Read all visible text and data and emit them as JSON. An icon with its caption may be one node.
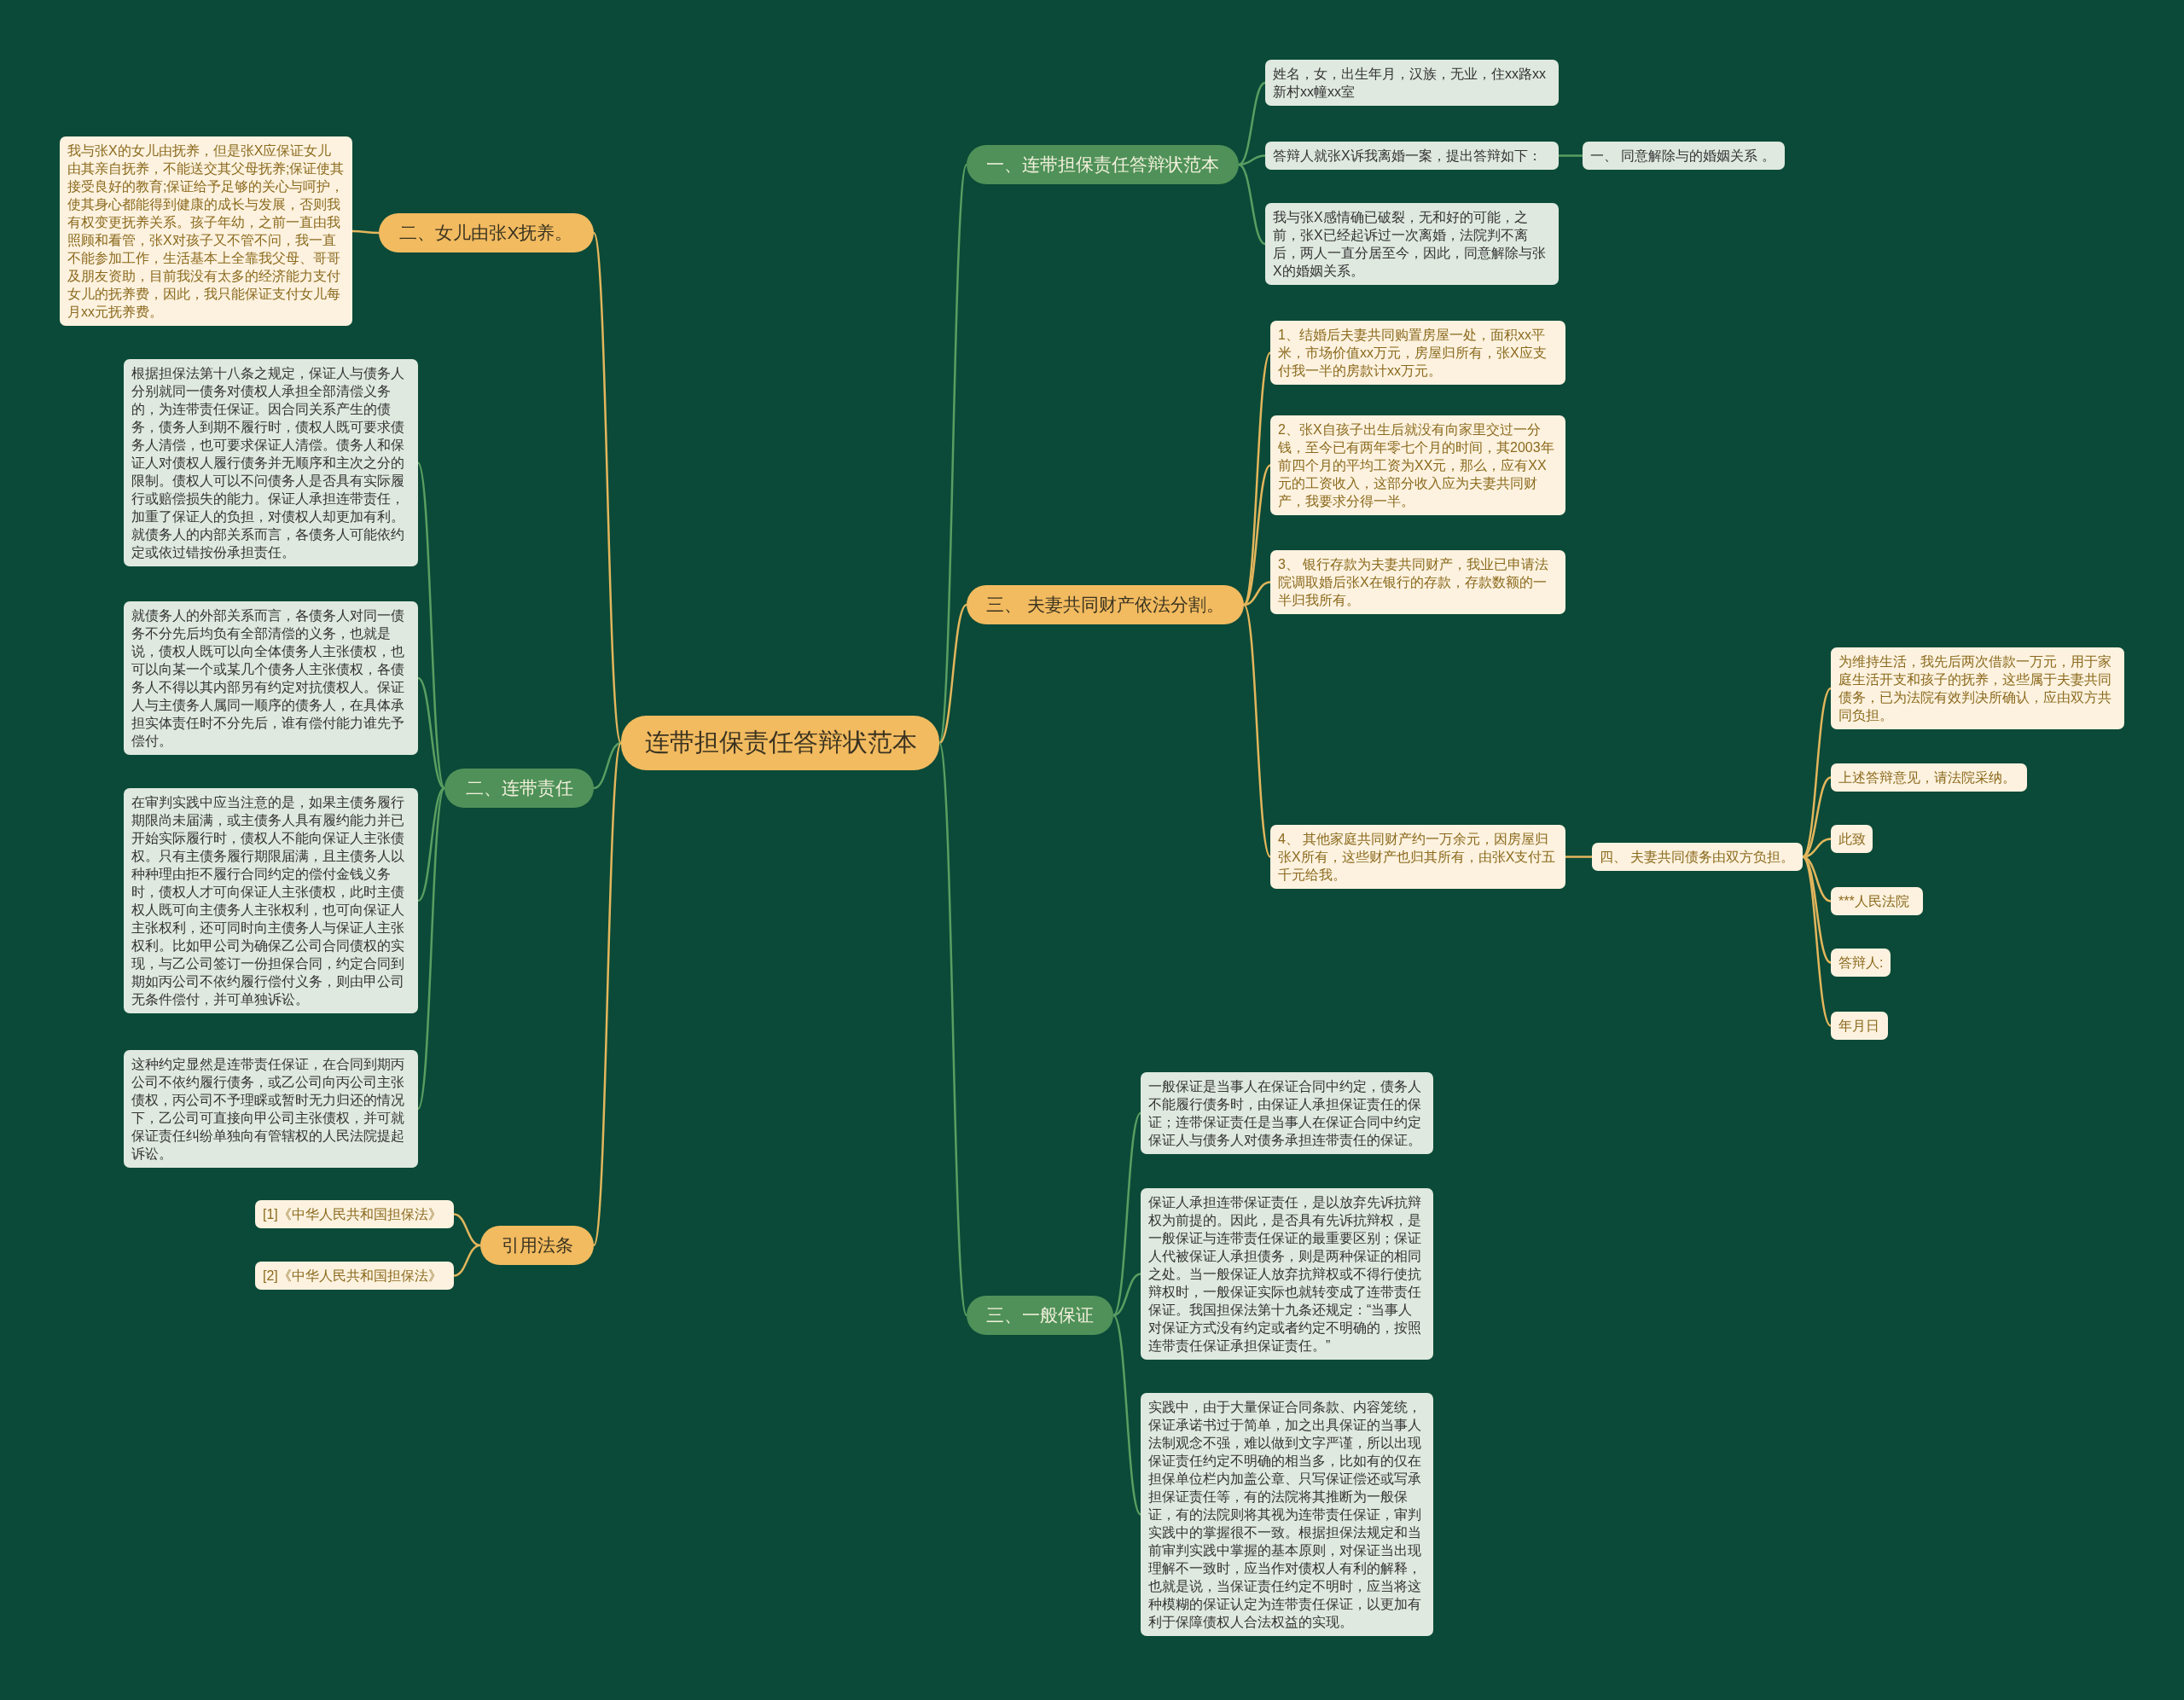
{
  "diagram": {
    "nodes": [
      {
        "text": [
          "连带担保责任答辩状范本"
        ]
      },
      {
        "text": [
          "一、连带担保责任答辩状范本"
        ]
      },
      {
        "text": [
          "姓名，女，出生年月，汉族，无业，住xx路xx新村xx幢xx室"
        ]
      },
      {
        "text": [
          "答辩人就张X诉我离婚一案，提出答辩如下："
        ]
      },
      {
        "text": [
          "一、 同意解除与的婚姻关系 。"
        ]
      },
      {
        "text": [
          "我与张X感情确已破裂，无和好的可能，之前，张X已经起诉过一次离婚，法院判不离后，两人一直分居至今，因此，同意解除与张X的婚姻关系。"
        ]
      },
      {
        "text": [
          "三、 夫妻共同财产依法分割。"
        ]
      },
      {
        "text": [
          "1、结婚后夫妻共同购置房屋一处，面积xx平米，市场价值xx万元，房屋归所有，张X应支付我一半的房款计xx万元。"
        ]
      },
      {
        "text": [
          "2、张X自孩子出生后就没有向家里交过一分钱，至今已有两年零七个月的时间，其2003年前四个月的平均工资为XX元，那么，应有XX元的工资收入，这部分收入应为夫妻共同财产，我要求分得一半。"
        ]
      },
      {
        "text": [
          "3、 银行存款为夫妻共同财产，我业已申请法院调取婚后张X在银行的存款，存款数额的一半归我所有。"
        ]
      },
      {
        "text": [
          "4、 其他家庭共同财产约一万余元，因房屋归张X所有，这些财产也归其所有，由张X支付五千元给我。"
        ]
      },
      {
        "text": [
          "四、 夫妻共同债务由双方负担。"
        ]
      },
      {
        "text": [
          "为维持生活，我先后两次借款一万元，用于家庭生活开支和孩子的抚养，这些属于夫妻共同债务，已为法院有效判决所确认，应由双方共同负担。"
        ]
      },
      {
        "text": [
          "上述答辩意见，请法院采纳。"
        ]
      },
      {
        "text": [
          "此致"
        ]
      },
      {
        "text": [
          "***人民法院"
        ]
      },
      {
        "text": [
          "答辩人:"
        ]
      },
      {
        "text": [
          "年月日"
        ]
      },
      {
        "text": [
          "三、一般保证"
        ]
      },
      {
        "text": [
          "一般保证是当事人在保证合同中约定，债务人不能履行债务时，由保证人承担保证责任的保证；连带保证责任是当事人在保证合同中约定保证人与债务人对债务承担连带责任的保证。"
        ]
      },
      {
        "text": [
          "保证人承担连带保证责任，是以放弃先诉抗辩权为前提的。因此，是否具有先诉抗辩权，是一般保证与连带责任保证的最重要区别；保证人代被保证人承担债务，则是两种保证的相同之处。当一般保证人放弃抗辩权或不得行使抗辩权时，一般保证实际也就转变成了连带责任保证。我国担保法第十九条还规定：“当事人对保证方式没有约定或者约定不明确的，按照连带责任保证承担保证责任。”"
        ]
      },
      {
        "text": [
          "实践中，由于大量保证合同条款、内容笼统，保证承诺书过于简单，加之出具保证的当事人法制观念不强，难以做到文字严谨，所以出现保证责任约定不明确的相当多，比如有的仅在担保单位栏内加盖公章、只写保证偿还或写承担保证责任等，有的法院将其推断为一般保证，有的法院则将其视为连带责任保证，审判实践中的掌握很不一致。根据担保法规定和当前审判实践中掌握的基本原则，对保证当出现理解不一致时，应当作对债权人有利的解释，也就是说，当保证责任约定不明时，应当将这种模糊的保证认定为连带责任保证，以更加有利于保障债权人合法权益的实现。"
        ]
      },
      {
        "text": [
          "二、女儿由张X抚养。"
        ]
      },
      {
        "text": [
          "我与张X的女儿由抚养，但是张X应保证女儿由其亲自抚养，不能送交其父母抚养;保证使其接受良好的教育;保证给予足够的关心与呵护，使其身心都能得到健康的成长与发展，否则我有权变更抚养关系。孩子年幼，之前一直由我照顾和看管，张X对孩子又不管不问，我一直不能参加工作，生活基本上全靠我父母、哥哥及朋友资助，目前我没有太多的经济能力支付女儿的抚养费，因此，我只能保证支付女儿每月xx元抚养费。"
        ]
      },
      {
        "text": [
          "二、连带责任"
        ]
      },
      {
        "text": [
          "根据担保法第十八条之规定，保证人与债务人分别就同一债务对债权人承担全部清偿义务的，为连带责任保证。因合同关系产生的债务，债务人到期不履行时，债权人既可要求债务人清偿，也可要求保证人清偿。债务人和保证人对债权人履行债务并无顺序和主次之分的限制。债权人可以不问债务人是否具有实际履行或赔偿损失的能力。保证人承担连带责任，加重了保证人的负担，对债权人却更加有利。就债务人的内部关系而言，各债务人可能依约定或依过错按份承担责任。"
        ]
      },
      {
        "text": [
          "就债务人的外部关系而言，各债务人对同一债务不分先后均负有全部清偿的义务，也就是说，债权人既可以向全体债务人主张债权，也可以向某一个或某几个债务人主张债权，各债务人不得以其内部另有约定对抗债权人。保证人与主债务人属同一顺序的债务人，在具体承担实体责任时不分先后，谁有偿付能力谁先予偿付。"
        ]
      },
      {
        "text": [
          "在审判实践中应当注意的是，如果主债务履行期限尚未届满，或主债务人具有履约能力并已开始实际履行时，债权人不能向保证人主张债权。只有主债务履行期限届满，且主债务人以种种理由拒不履行合同约定的偿付金钱义务时，债权人才可向保证人主张债权，此时主债权人既可向主债务人主张权利，也可向保证人主张权利，还可同时向主债务人与保证人主张权利。比如甲公司为确保乙公司合同债权的实现，与乙公司签订一份担保合同，约定合同到期如丙公司不依约履行偿付义务，则由甲公司无条件偿付，并可单独诉讼。"
        ]
      },
      {
        "text": [
          "这种约定显然是连带责任保证，在合同到期丙公司不依约履行债务，或乙公司向丙公司主张债权，丙公司不予理睬或暂时无力归还的情况下，乙公司可直接向甲公司主张债权，并可就保证责任纠纷单独向有管辖权的人民法院提起诉讼。"
        ]
      },
      {
        "text": [
          "引用法条"
        ]
      },
      {
        "text": [
          "[1]《中华人民共和国担保法》"
        ]
      },
      {
        "text": [
          "[2]《中华人民共和国担保法》"
        ]
      }
    ],
    "edges": [
      {
        "from": 0,
        "to": 1,
        "arrow": "none",
        "color": "#5a9e62"
      },
      {
        "from": 1,
        "to": 2,
        "arrow": "none",
        "color": "#5a9e62"
      },
      {
        "from": 1,
        "to": 3,
        "arrow": "none",
        "color": "#5a9e62"
      },
      {
        "from": 3,
        "to": 4,
        "arrow": "none",
        "color": "#5a9e62"
      },
      {
        "from": 1,
        "to": 5,
        "arrow": "none",
        "color": "#5a9e62"
      },
      {
        "from": 0,
        "to": 6,
        "arrow": "none"
      },
      {
        "from": 6,
        "to": 7,
        "arrow": "none"
      },
      {
        "from": 6,
        "to": 8,
        "arrow": "none"
      },
      {
        "from": 6,
        "to": 9,
        "arrow": "none"
      },
      {
        "from": 6,
        "to": 10,
        "arrow": "none"
      },
      {
        "from": 10,
        "to": 11,
        "arrow": "none"
      },
      {
        "from": 11,
        "to": 12,
        "arrow": "none"
      },
      {
        "from": 11,
        "to": 13,
        "arrow": "none"
      },
      {
        "from": 11,
        "to": 14,
        "arrow": "none"
      },
      {
        "from": 11,
        "to": 15,
        "arrow": "none"
      },
      {
        "from": 11,
        "to": 16,
        "arrow": "none"
      },
      {
        "from": 11,
        "to": 17,
        "arrow": "none"
      },
      {
        "from": 0,
        "to": 18,
        "arrow": "none",
        "color": "#5a9e62"
      },
      {
        "from": 18,
        "to": 19,
        "arrow": "none",
        "color": "#5a9e62"
      },
      {
        "from": 18,
        "to": 20,
        "arrow": "none",
        "color": "#5a9e62"
      },
      {
        "from": 18,
        "to": 21,
        "arrow": "none",
        "color": "#5a9e62"
      },
      {
        "from": 0,
        "to": 22,
        "arrow": "none"
      },
      {
        "from": 22,
        "to": 23,
        "arrow": "none"
      },
      {
        "from": 0,
        "to": 24,
        "arrow": "none",
        "color": "#5a9e62"
      },
      {
        "from": 24,
        "to": 25,
        "arrow": "none",
        "color": "#5a9e62"
      },
      {
        "from": 24,
        "to": 26,
        "arrow": "none",
        "color": "#5a9e62"
      },
      {
        "from": 24,
        "to": 27,
        "arrow": "none",
        "color": "#5a9e62"
      },
      {
        "from": 24,
        "to": 28,
        "arrow": "none",
        "color": "#5a9e62"
      },
      {
        "from": 0,
        "to": 29,
        "arrow": "none"
      },
      {
        "from": 29,
        "to": 30,
        "arrow": "none"
      },
      {
        "from": 29,
        "to": 31,
        "arrow": "none"
      }
    ]
  }
}
